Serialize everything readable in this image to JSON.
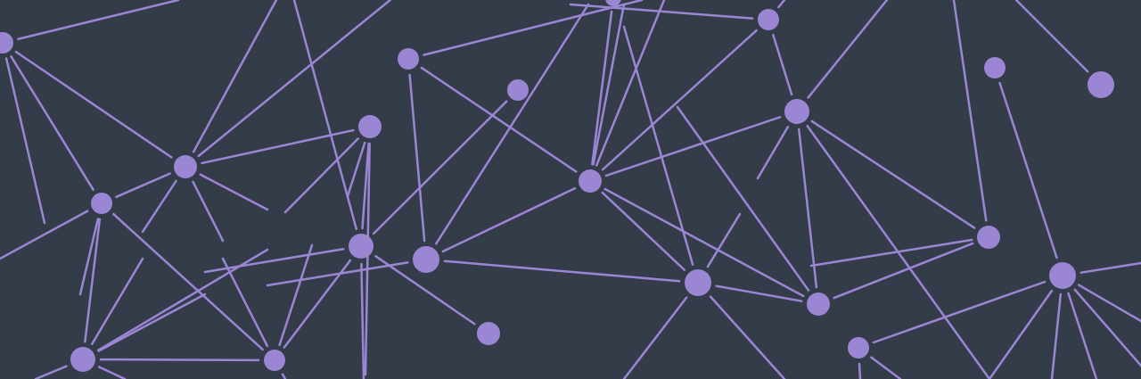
{
  "scene": {
    "description_visible_text": "",
    "colors": {
      "background": "#343c4a",
      "node": "#9b86d4",
      "link": "#9b86d4"
    },
    "node_style": "filled-circle",
    "link_style": "thin-line",
    "node_count": 25,
    "has_text": false
  }
}
